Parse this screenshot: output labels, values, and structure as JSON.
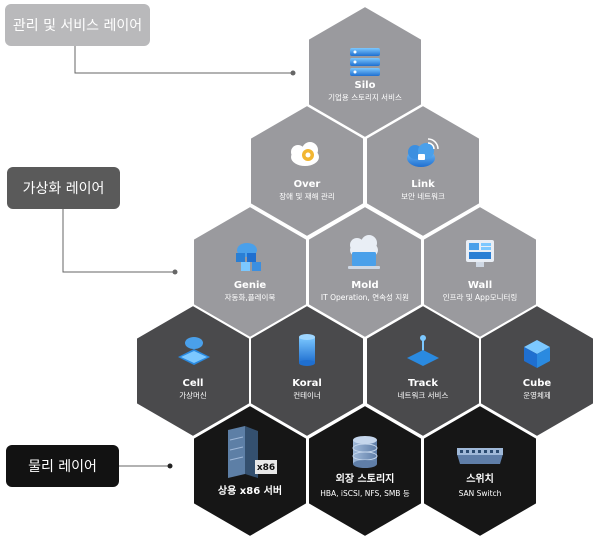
{
  "labels": {
    "management": "관리 및 서비스 레이어",
    "virtualization": "가상화 레이어",
    "physical": "물리 레이어"
  },
  "colors": {
    "management_layer": "#b9b9bb",
    "virtualization_layer": "#5a5a5a",
    "physical_layer": "#121212",
    "hex_light": "#9a9a9e",
    "hex_dark": "#4a4a4c",
    "hex_black": "#161616",
    "accent_blue": "#2a8ae0"
  },
  "hexagons": {
    "silo": {
      "title": "Silo",
      "subtitle": "기업용 스토리지 서비스",
      "icon": "server-stack-icon"
    },
    "over": {
      "title": "Over",
      "subtitle": "장애 및 재해 관리",
      "icon": "cloud-gear-icon"
    },
    "link": {
      "title": "Link",
      "subtitle": "보안 네트워크",
      "icon": "cloud-lock-wifi-icon"
    },
    "genie": {
      "title": "Genie",
      "subtitle": "자동화,플레이북",
      "icon": "cloud-cubes-icon"
    },
    "mold": {
      "title": "Mold",
      "subtitle": "IT Operation, 연속성 지원",
      "icon": "cloud-laptop-icon"
    },
    "wall": {
      "title": "Wall",
      "subtitle": "인프라 및 App모니터링",
      "icon": "monitor-dashboard-icon"
    },
    "cell": {
      "title": "Cell",
      "subtitle": "가상머신",
      "icon": "cloud-chip-icon"
    },
    "koral": {
      "title": "Koral",
      "subtitle": "컨테이너",
      "icon": "cylinder-icon"
    },
    "track": {
      "title": "Track",
      "subtitle": "네트워크 서비스",
      "icon": "network-node-icon"
    },
    "cube": {
      "title": "Cube",
      "subtitle": "운영체제",
      "icon": "cube-icon"
    },
    "x86": {
      "title": "상용 x86 서버",
      "subtitle": "",
      "icon": "server-tower-icon",
      "badge": "x86"
    },
    "storage": {
      "title": "외장 스토리지",
      "subtitle": "HBA, iSCSI, NFS, SMB 등",
      "icon": "database-icon"
    },
    "switch": {
      "title": "스위치",
      "subtitle": "SAN Switch",
      "icon": "network-switch-icon"
    }
  }
}
